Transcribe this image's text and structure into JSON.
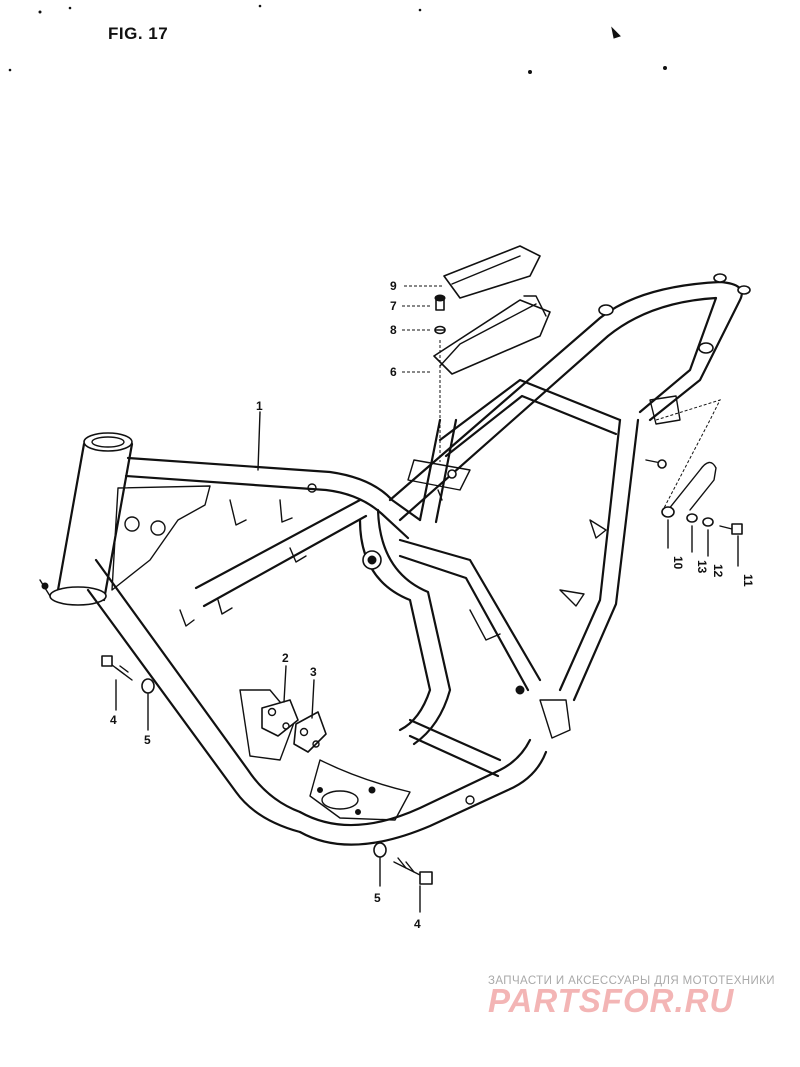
{
  "figure": {
    "title": "FIG. 17"
  },
  "callouts": {
    "c1": "1",
    "c2": "2",
    "c3": "3",
    "c4a": "4",
    "c4b": "4",
    "c5a": "5",
    "c5b": "5",
    "c6": "6",
    "c7": "7",
    "c8": "8",
    "c9": "9",
    "c10": "10",
    "c11": "11",
    "c12": "12",
    "c13": "13"
  },
  "watermark": {
    "subtitle": "ЗАПЧАСТИ И АКСЕССУАРЫ ДЛЯ МОТОТЕХНИКИ",
    "logo": "PARTSFOR.RU",
    "logo_color": "#f2a9a9",
    "subtitle_color": "#a9a9a9"
  }
}
